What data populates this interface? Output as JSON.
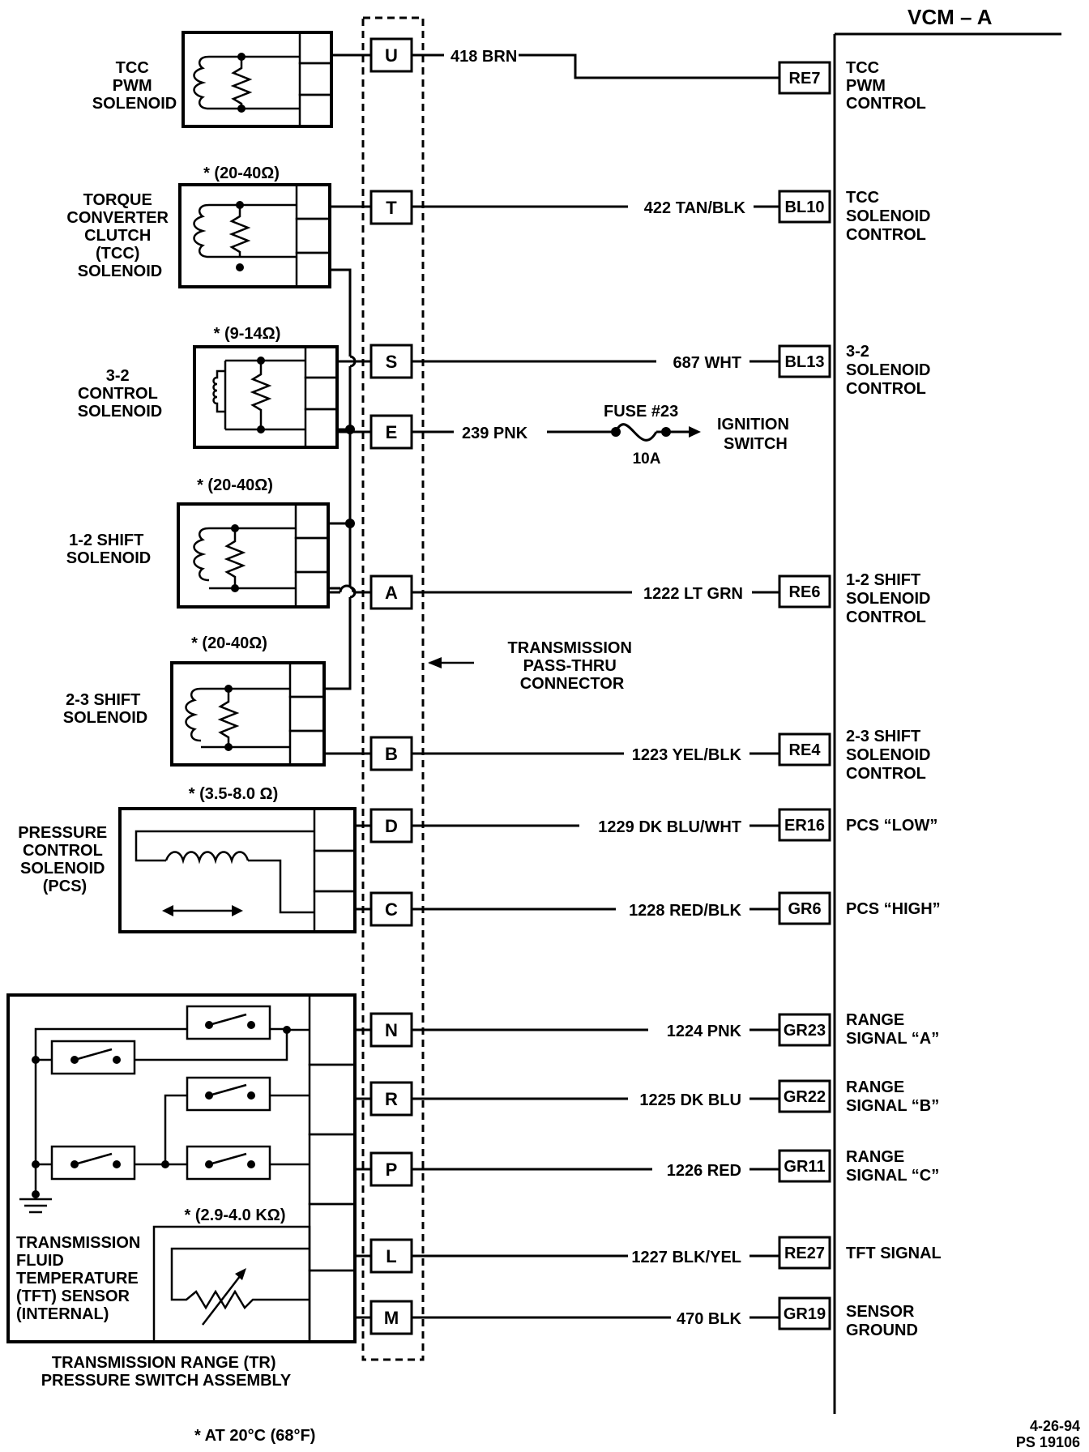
{
  "module_title": "VCM – A",
  "pass_thru_label": [
    "TRANSMISSION",
    "PASS-THRU",
    "CONNECTOR"
  ],
  "fuse": {
    "label": "FUSE #23",
    "rating": "10A",
    "dest": [
      "IGNITION",
      "SWITCH"
    ]
  },
  "footnote": "* AT 20°C (68°F)",
  "date_code": "4-26-94",
  "ref_code": "PS 19106",
  "tr_assembly_label": [
    "TRANSMISSION RANGE (TR)",
    "PRESSURE SWITCH ASSEMBLY"
  ],
  "components": {
    "tcc_pwm": {
      "name": [
        "TCC",
        "PWM",
        "SOLENOID"
      ]
    },
    "tcc": {
      "name": [
        "TORQUE",
        "CONVERTER",
        "CLUTCH",
        "(TCC)",
        "SOLENOID"
      ],
      "resistance": "* (20-40Ω)"
    },
    "s32": {
      "name": [
        "3-2",
        "CONTROL",
        "SOLENOID"
      ],
      "resistance": "* (9-14Ω)"
    },
    "s12": {
      "name": [
        "1-2 SHIFT",
        "SOLENOID"
      ],
      "resistance": "* (20-40Ω)"
    },
    "s23": {
      "name": [
        "2-3 SHIFT",
        "SOLENOID"
      ],
      "resistance": "* (20-40Ω)"
    },
    "pcs": {
      "name": [
        "PRESSURE",
        "CONTROL",
        "SOLENOID",
        "(PCS)"
      ],
      "resistance": "* (3.5-8.0 Ω)"
    },
    "tft": {
      "name": [
        "TRANSMISSION",
        "FLUID",
        "TEMPERATURE",
        "(TFT) SENSOR",
        "(INTERNAL)"
      ],
      "resistance": "* (2.9-4.0 KΩ)"
    }
  },
  "circuits": [
    {
      "pin": "U",
      "wire": "418 BRN",
      "vcm_pin": "RE7",
      "function": [
        "TCC",
        "PWM",
        "CONTROL"
      ]
    },
    {
      "pin": "T",
      "wire": "422 TAN/BLK",
      "vcm_pin": "BL10",
      "function": [
        "TCC",
        "SOLENOID",
        "CONTROL"
      ]
    },
    {
      "pin": "S",
      "wire": "687 WHT",
      "vcm_pin": "BL13",
      "function": [
        "3-2",
        "SOLENOID",
        "CONTROL"
      ]
    },
    {
      "pin": "E",
      "wire": "239 PNK",
      "vcm_pin": "",
      "function": []
    },
    {
      "pin": "A",
      "wire": "1222 LT GRN",
      "vcm_pin": "RE6",
      "function": [
        "1-2 SHIFT",
        "SOLENOID",
        "CONTROL"
      ]
    },
    {
      "pin": "B",
      "wire": "1223 YEL/BLK",
      "vcm_pin": "RE4",
      "function": [
        "2-3 SHIFT",
        "SOLENOID",
        "CONTROL"
      ]
    },
    {
      "pin": "D",
      "wire": "1229 DK BLU/WHT",
      "vcm_pin": "ER16",
      "function": [
        "PCS “LOW”"
      ]
    },
    {
      "pin": "C",
      "wire": "1228 RED/BLK",
      "vcm_pin": "GR6",
      "function": [
        "PCS “HIGH”"
      ]
    },
    {
      "pin": "N",
      "wire": "1224 PNK",
      "vcm_pin": "GR23",
      "function": [
        "RANGE",
        "SIGNAL “A”"
      ]
    },
    {
      "pin": "R",
      "wire": "1225 DK BLU",
      "vcm_pin": "GR22",
      "function": [
        "RANGE",
        "SIGNAL “B”"
      ]
    },
    {
      "pin": "P",
      "wire": "1226 RED",
      "vcm_pin": "GR11",
      "function": [
        "RANGE",
        "SIGNAL “C”"
      ]
    },
    {
      "pin": "L",
      "wire": "1227 BLK/YEL",
      "vcm_pin": "RE27",
      "function": [
        "TFT SIGNAL"
      ]
    },
    {
      "pin": "M",
      "wire": "470 BLK",
      "vcm_pin": "GR19",
      "function": [
        "SENSOR",
        "GROUND"
      ]
    }
  ]
}
